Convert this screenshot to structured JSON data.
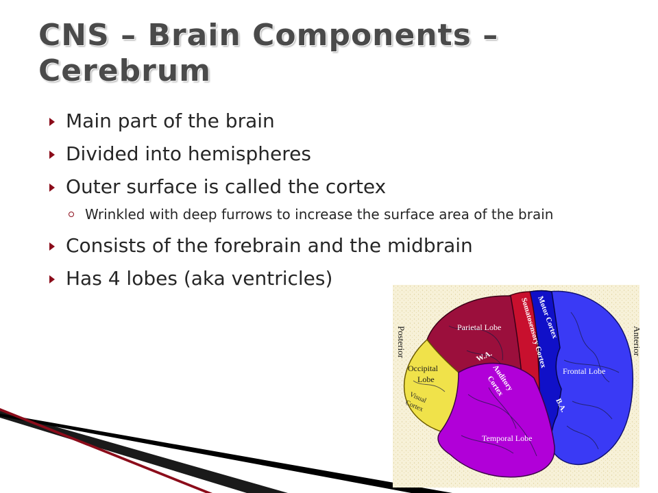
{
  "slide": {
    "title": "CNS – Brain Components – Cerebrum",
    "bullets": [
      "Main part of the brain",
      "Divided into hemispheres",
      "Outer surface is called the cortex"
    ],
    "sub_bullet": "Wrinkled with deep furrows to increase the surface area of the brain",
    "bullets_after": [
      "Consists of the forebrain and the midbrain",
      "Has 4 lobes (aka ventricles)"
    ]
  },
  "diagram": {
    "labels": {
      "posterior": "Posterior",
      "anterior": "Anterior",
      "parietal": "Parietal Lobe",
      "occipital_1": "Occipital",
      "occipital_2": "Lobe",
      "visual_1": "Visual",
      "visual_2": "Cortex",
      "wa": "W.A.",
      "auditory_1": "Auditory",
      "auditory_2": "Cortex",
      "somatosensory": "Somatosensory Cortex",
      "motor": "Motor Cortex",
      "ba": "B.A.",
      "frontal": "Frontal Lobe",
      "temporal": "Temporal Lobe"
    },
    "colors": {
      "parietal": "#9b0f3c",
      "somatosensory": "#c8102e",
      "motor": "#1010c8",
      "frontal": "#3a3af5",
      "occipital": "#f0e24a",
      "temporal": "#b100d8",
      "background": "#f7f1d8"
    }
  }
}
